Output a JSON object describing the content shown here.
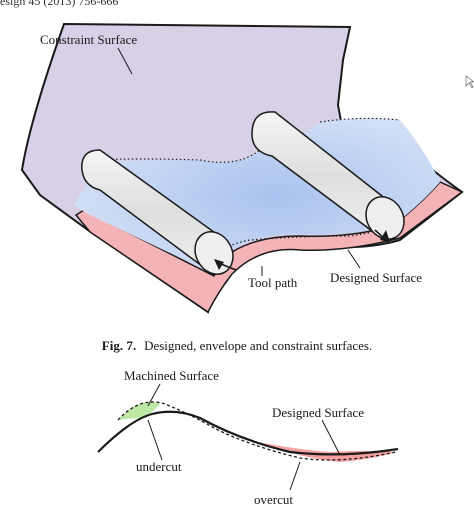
{
  "header": {
    "citation": "esign 45 (2013) 756-666"
  },
  "figure7": {
    "labels": {
      "constraint_surface": "Constraint Surface",
      "tool_path": "Tool path",
      "designed_surface": "Designed Surface"
    },
    "caption_label": "Fig. 7.",
    "caption_text": "Designed, envelope and constraint surfaces."
  },
  "figure8": {
    "labels": {
      "machined_surface": "Machined Surface",
      "designed_surface": "Designed Surface",
      "undercut": "undercut",
      "overcut": "overcut"
    }
  },
  "colors": {
    "constraint_fill": "#d7d0e6",
    "envelope_fill": "#c6d6f3",
    "designed_fill": "#f3b3b7",
    "undercut_fill": "#bde8a4",
    "overcut_fill": "#f2a0a0",
    "tool": "#e2e2e2"
  }
}
